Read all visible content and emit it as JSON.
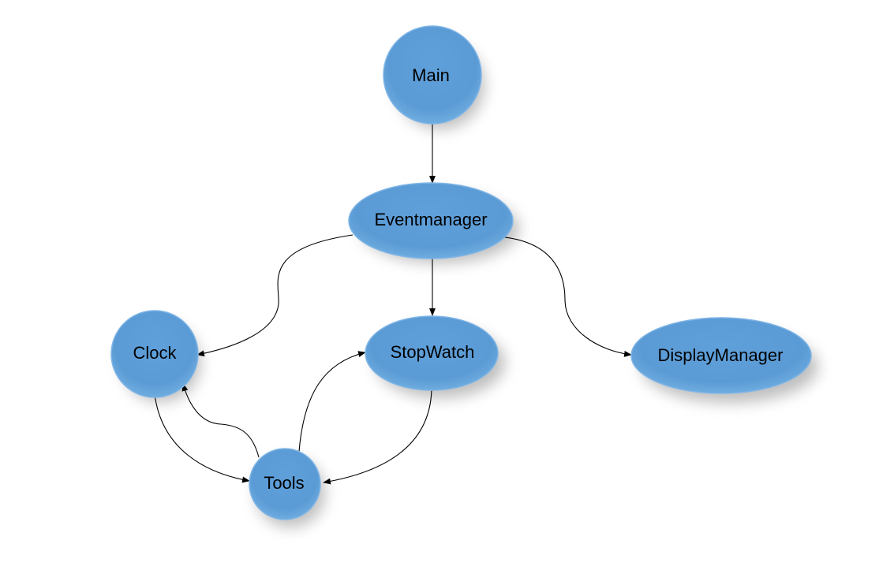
{
  "colors": {
    "node_fill": "#5b9bd5",
    "node_highlight": "#8cc0ee",
    "node_edge": "#4a86c0",
    "shadow": "#7a7a7a",
    "edge": "#000000"
  },
  "nodes": {
    "main": {
      "label": "Main"
    },
    "eventmanager": {
      "label": "Eventmanager"
    },
    "clock": {
      "label": "Clock"
    },
    "stopwatch": {
      "label": "StopWatch"
    },
    "displaymanager": {
      "label": "DisplayManager"
    },
    "tools": {
      "label": "Tools"
    }
  },
  "edges": [
    {
      "from": "Main",
      "to": "Eventmanager"
    },
    {
      "from": "Eventmanager",
      "to": "Clock"
    },
    {
      "from": "Eventmanager",
      "to": "StopWatch"
    },
    {
      "from": "Eventmanager",
      "to": "DisplayManager"
    },
    {
      "from": "Clock",
      "to": "Tools"
    },
    {
      "from": "Tools",
      "to": "Clock"
    },
    {
      "from": "Tools",
      "to": "StopWatch"
    },
    {
      "from": "StopWatch",
      "to": "Tools"
    }
  ]
}
